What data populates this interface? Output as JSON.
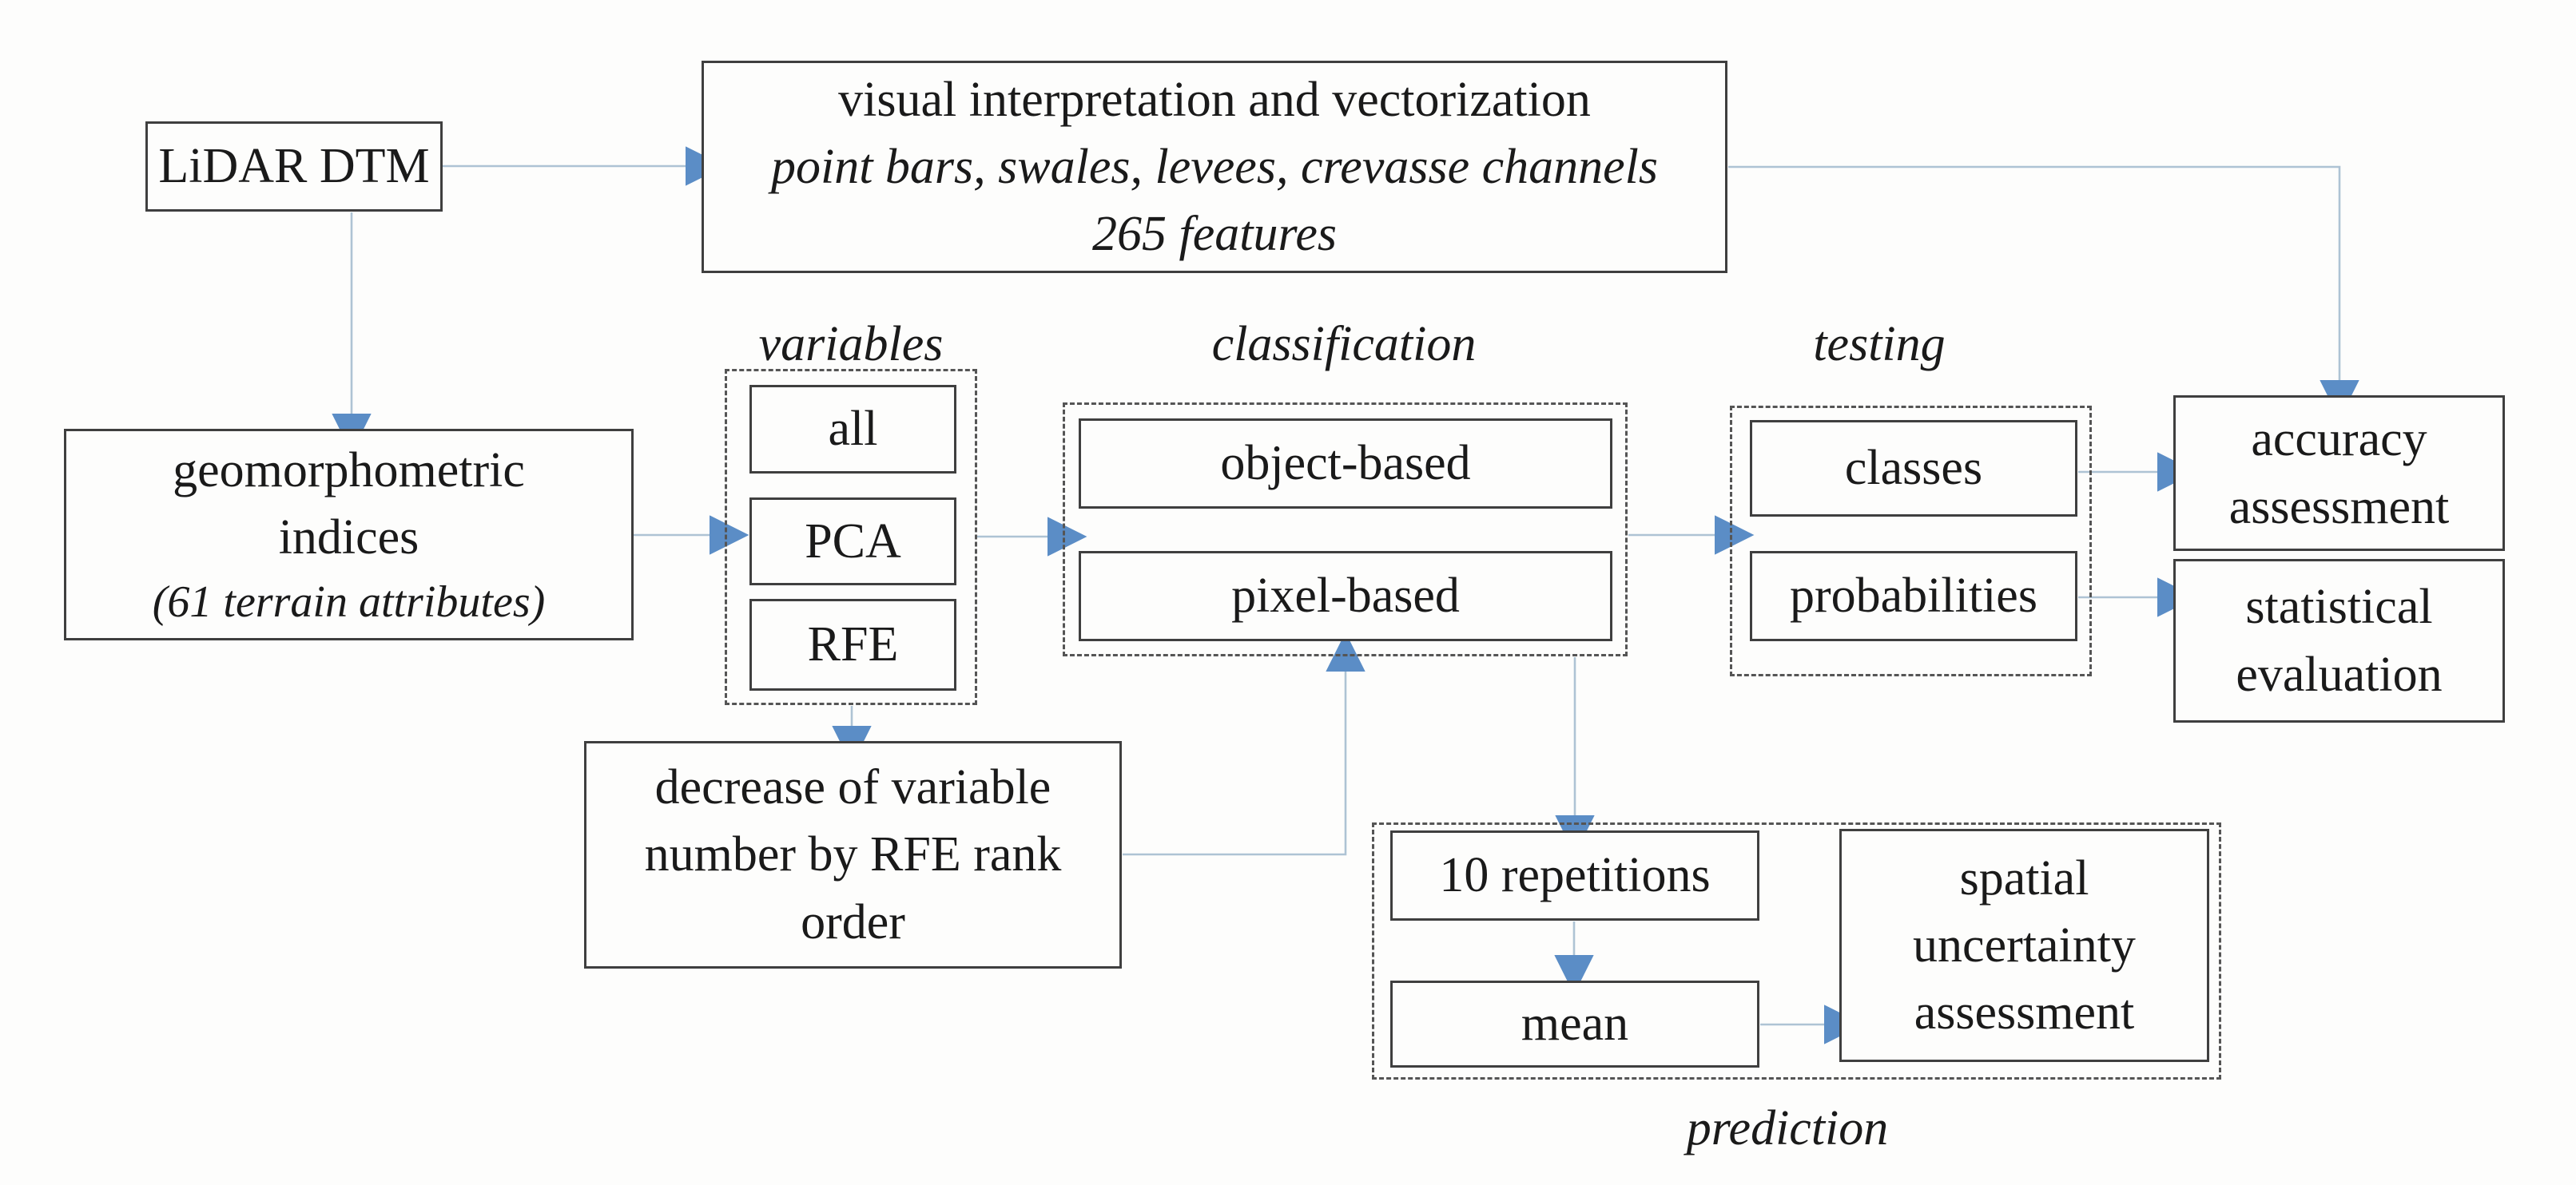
{
  "figure": {
    "background": "#fdfdfc",
    "colors": {
      "arrow_line": "#aec3d4",
      "arrow_head": "#5b8dc6",
      "box_border": "#3f3f3f",
      "dashed_border": "#555555",
      "text": "#1a1a1a"
    },
    "nodes": {
      "lidar_dtm": {
        "label": "LiDAR DTM"
      },
      "visual_interpretation": {
        "line1": "visual interpretation and vectorization",
        "line2": "point bars, swales, levees, crevasse channels",
        "line3": "265 features"
      },
      "geomorphometric": {
        "line1": "geomorphometric",
        "line2": "indices",
        "line3": "(61 terrain attributes)"
      },
      "all": {
        "label": "all"
      },
      "pca": {
        "label": "PCA"
      },
      "rfe": {
        "label": "RFE"
      },
      "object_based": {
        "label": "object-based"
      },
      "pixel_based": {
        "label": "pixel-based"
      },
      "classes": {
        "label": "classes"
      },
      "probabilities": {
        "label": "probabilities"
      },
      "accuracy_assessment": {
        "line1": "accuracy",
        "line2": "assessment"
      },
      "statistical_evaluation": {
        "line1": "statistical",
        "line2": "evaluation"
      },
      "decrease_rfe": {
        "label": "decrease of variable number by RFE rank order"
      },
      "ten_repetitions": {
        "label": "10 repetitions"
      },
      "mean": {
        "label": "mean"
      },
      "spatial_uncertainty": {
        "line1": "spatial",
        "line2": "uncertainty",
        "line3": "assessment"
      }
    },
    "group_labels": {
      "variables": "variables",
      "classification": "classification",
      "testing": "testing",
      "prediction": "prediction"
    }
  }
}
